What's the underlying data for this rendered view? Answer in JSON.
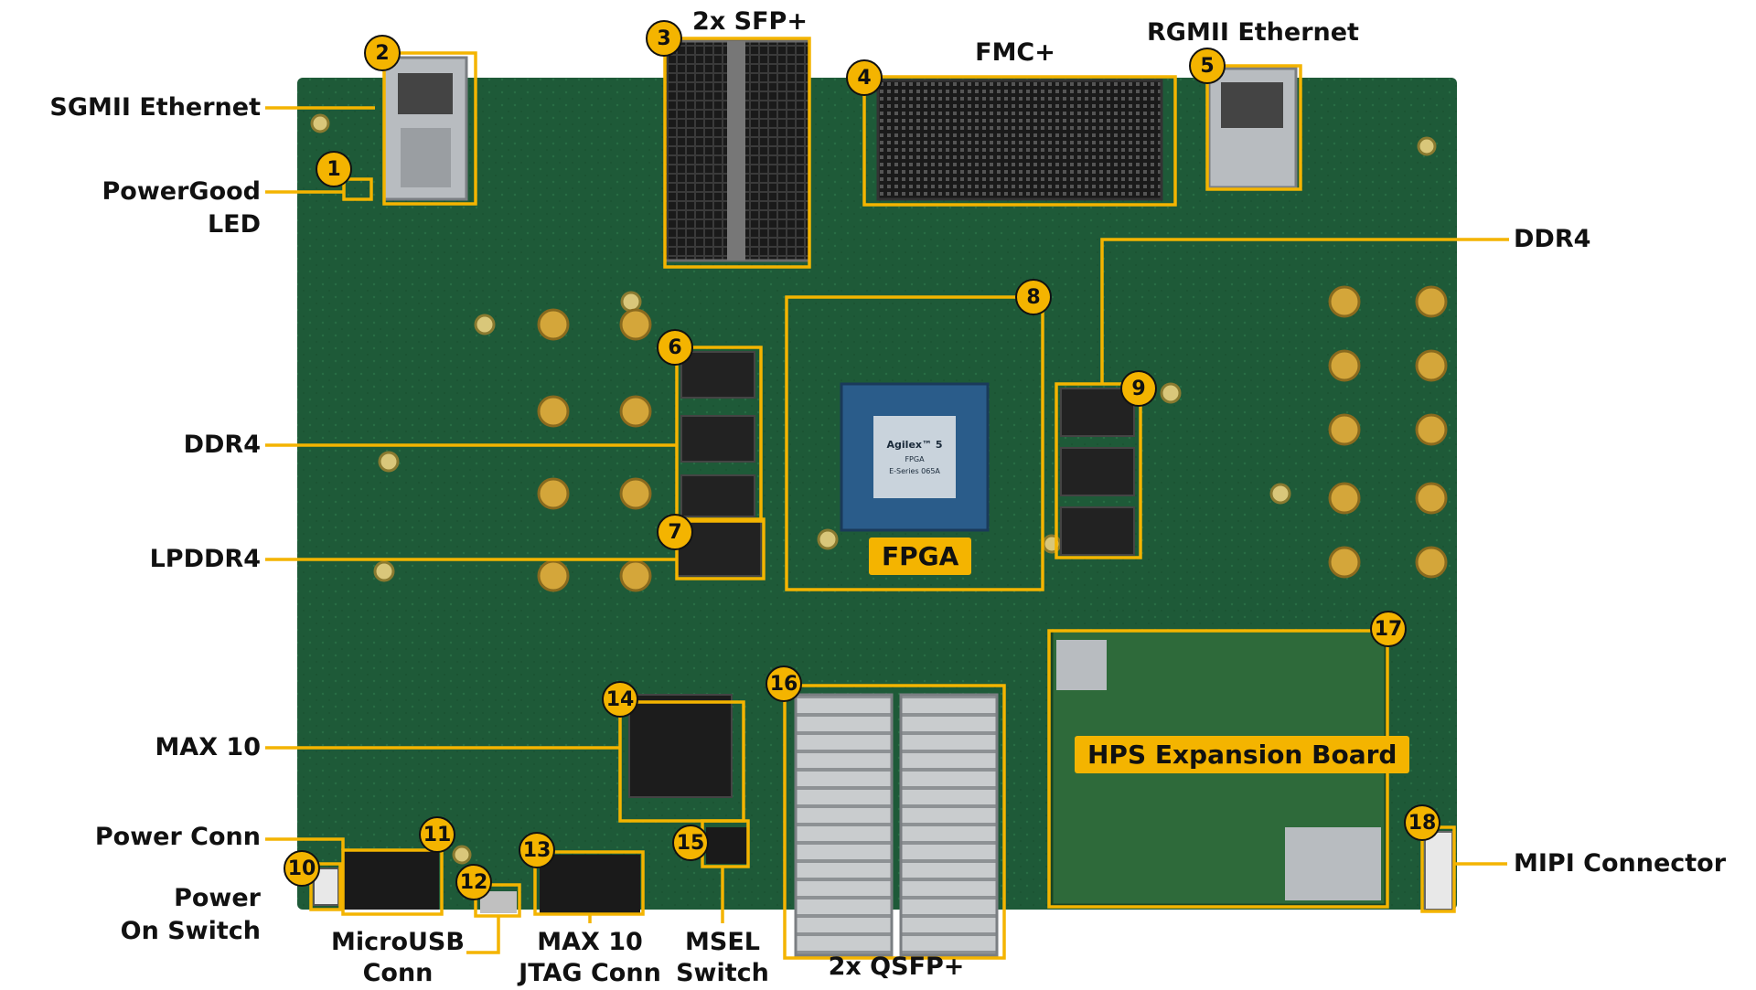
{
  "colors": {
    "accent": "#f4b400",
    "board": "#1e5a38",
    "board_dark": "#0f3c24",
    "text": "#111111"
  },
  "board": {
    "chip_text": [
      "Agilex™ 5",
      "FPGA",
      "E-Series 065A"
    ]
  },
  "labels": {
    "sgmii": "SGMII Ethernet",
    "powergood1": "PowerGood",
    "powergood2": "LED",
    "sfp": "2x SFP+",
    "fmc": "FMC+",
    "rgmii": "RGMII Ethernet",
    "ddr4_right": "DDR4",
    "ddr4_left": "DDR4",
    "lpddr4": "LPDDR4",
    "fpga": "FPGA",
    "max10": "MAX 10",
    "power_conn": "Power Conn",
    "power_switch1": "Power",
    "power_switch2": "On Switch",
    "microusb1": "MicroUSB",
    "microusb2": "Conn",
    "jtag1": "MAX 10",
    "jtag2": "JTAG Conn",
    "msel1": "MSEL",
    "msel2": "Switch",
    "qsfp": "2x QSFP+",
    "hps": "HPS Expansion Board",
    "mipi": "MIPI Connector"
  },
  "badges": [
    "1",
    "2",
    "3",
    "4",
    "5",
    "6",
    "7",
    "8",
    "9",
    "10",
    "11",
    "12",
    "13",
    "14",
    "15",
    "16",
    "17",
    "18"
  ]
}
